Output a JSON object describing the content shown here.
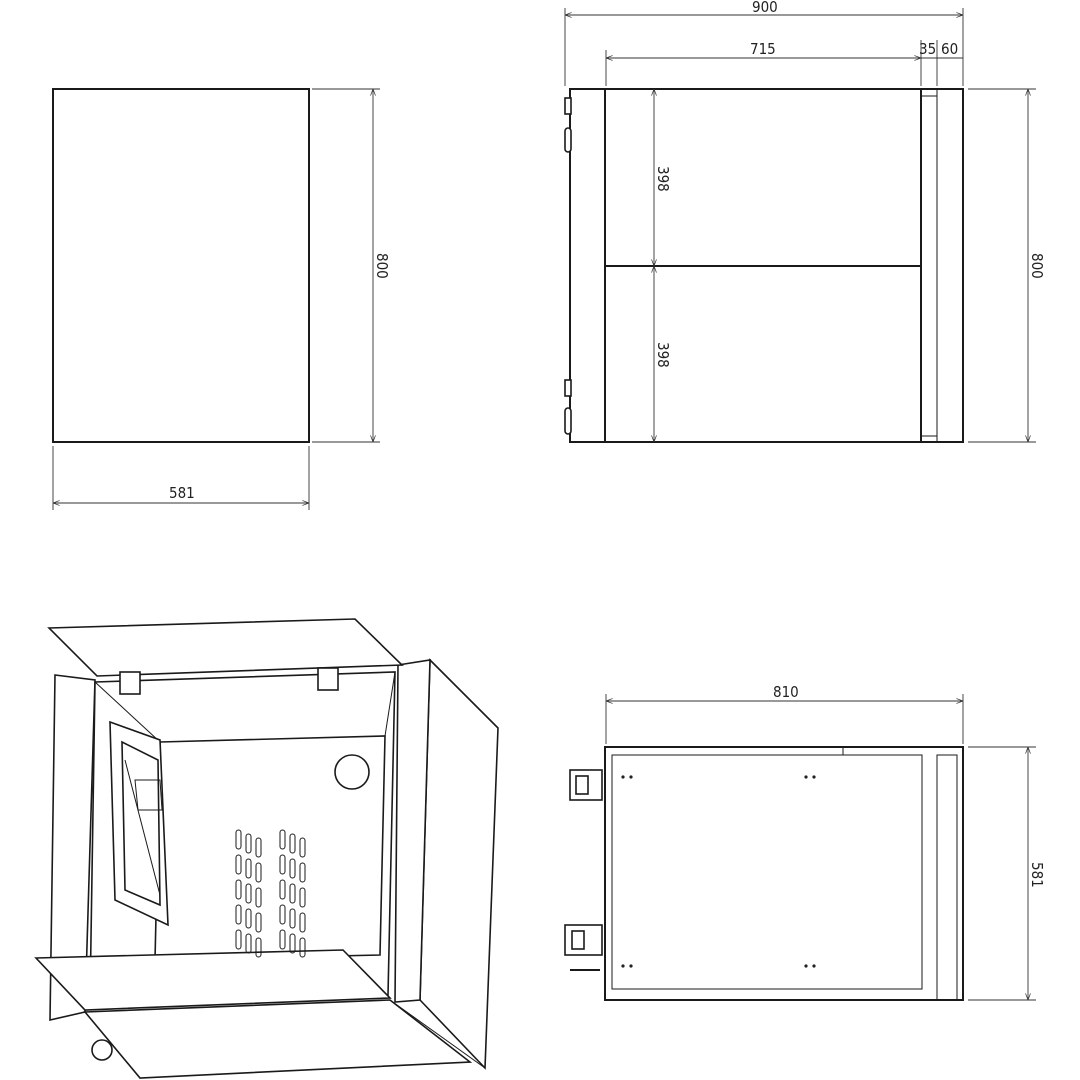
{
  "front_view": {
    "height_label": "800",
    "width_label": "581"
  },
  "side_view": {
    "total_width_label": "900",
    "body_width_label": "715",
    "strip1_label": "35",
    "strip2_label": "60",
    "upper_drawer_label": "398",
    "lower_drawer_label": "398",
    "height_label": "800"
  },
  "top_view": {
    "width_label": "810",
    "depth_label": "581"
  },
  "isometric_view": {}
}
